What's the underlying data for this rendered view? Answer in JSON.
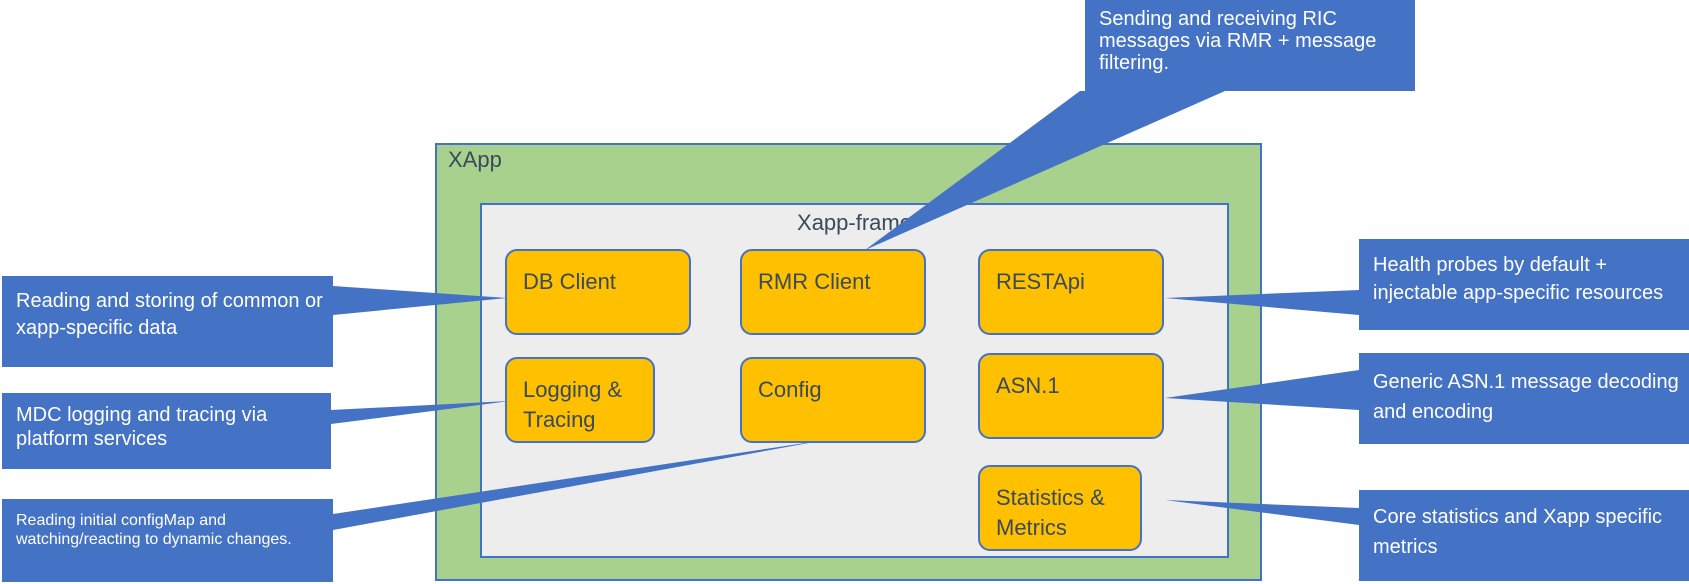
{
  "diagram": {
    "xapp_label": "XApp",
    "frame_label": "Xapp-frame",
    "components": {
      "db_client": "DB Client",
      "rmr_client": "RMR Client",
      "restapi": "RESTApi",
      "logging": "Logging & Tracing",
      "config": "Config",
      "asn1": "ASN.1",
      "statistics": "Statistics & Metrics"
    },
    "callouts": {
      "rmr": "Sending and receiving RIC messages via RMR + message filtering.",
      "db": "Reading and storing of common or xapp-specific data",
      "logging": "MDC logging and tracing via platform services",
      "config": "Reading initial configMap and watching/reacting to dynamic changes.",
      "restapi": "Health probes by default + injectable app-specific resources",
      "asn1": "Generic ASN.1 message decoding and encoding",
      "statistics": "Core statistics and Xapp specific metrics"
    },
    "colors": {
      "callout": "#4472c4",
      "xapp": "#a9d18e",
      "frame": "#ededed",
      "component": "#ffc000"
    }
  }
}
